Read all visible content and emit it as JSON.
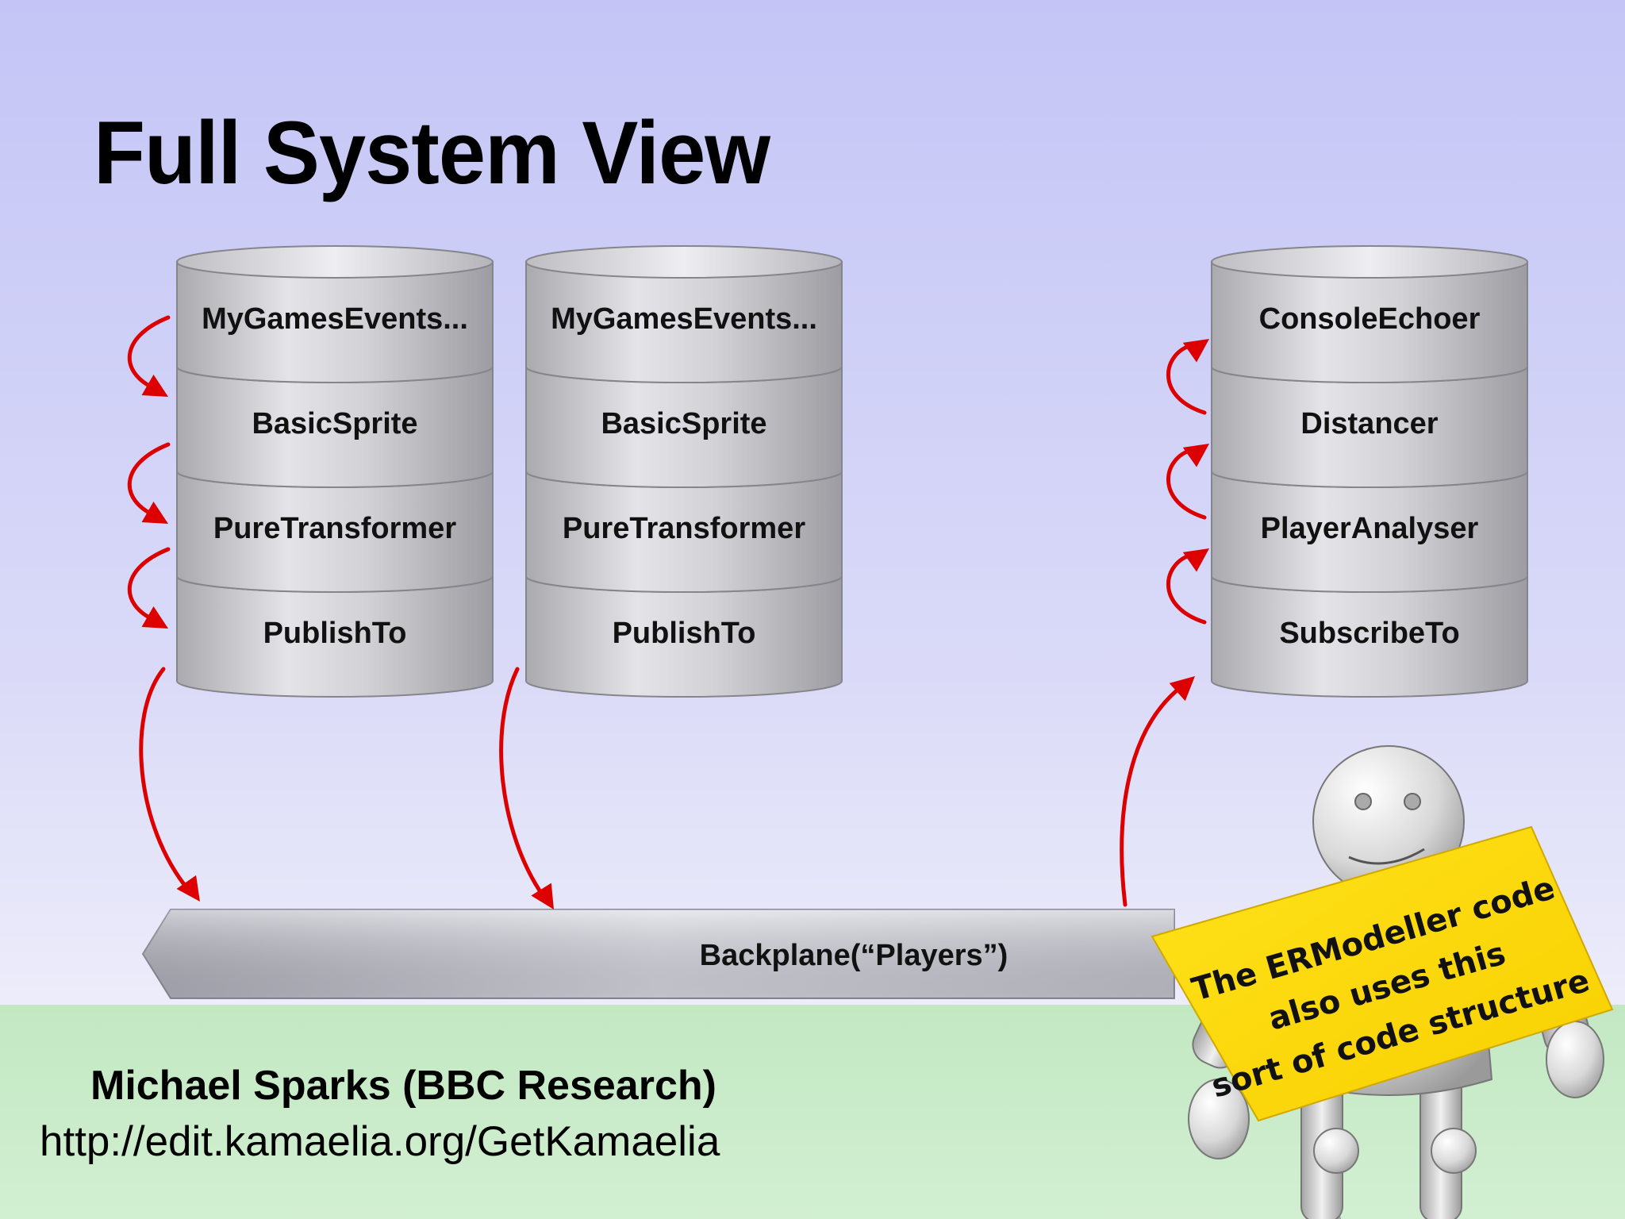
{
  "title": "Full System View",
  "stacks": [
    {
      "id": "left",
      "layers": [
        "MyGamesEvents...",
        "BasicSprite",
        "PureTransformer",
        "PublishTo"
      ]
    },
    {
      "id": "middle",
      "layers": [
        "MyGamesEvents...",
        "BasicSprite",
        "PureTransformer",
        "PublishTo"
      ]
    },
    {
      "id": "right",
      "layers": [
        "ConsoleEchoer",
        "Distancer",
        "PlayerAnalyser",
        "SubscribeTo"
      ]
    }
  ],
  "backplane": {
    "label": "Backplane(“Players”)"
  },
  "sign": {
    "lines": [
      "The ERModeller code",
      "also uses this",
      "sort of code structure"
    ]
  },
  "footer": {
    "author": "Michael Sparks (BBC Research)",
    "url": "http://edit.kamaelia.org/GetKamaelia"
  },
  "colors": {
    "arrow": "#dd0000",
    "sign": "#ffdd00",
    "drum": "#c8c8cc",
    "backplane": "#c0c0cc"
  }
}
